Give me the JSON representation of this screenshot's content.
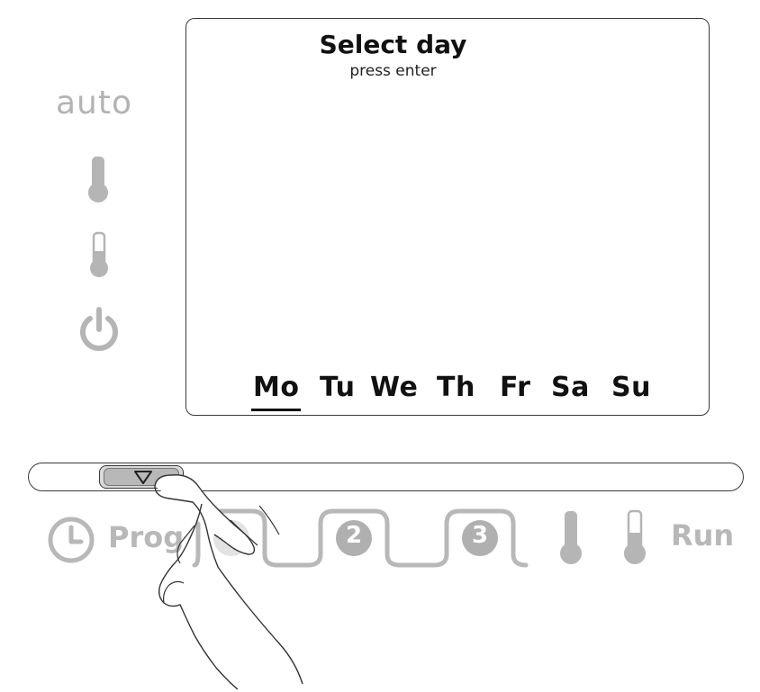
{
  "modes": {
    "auto_label": "auto",
    "items": [
      {
        "name": "comfort-temperature-icon"
      },
      {
        "name": "eco-temperature-icon"
      },
      {
        "name": "power-icon"
      }
    ]
  },
  "screen": {
    "title": "Select day",
    "subtitle": "press enter",
    "days": [
      "Mo",
      "Tu",
      "We",
      "Th",
      "Fr",
      "Sa",
      "Su"
    ],
    "selected_day": "Mo"
  },
  "slider": {
    "knob_icon": "down-triangle-icon"
  },
  "bottom_bar": {
    "prog_label": "Prog",
    "periods": [
      "1",
      "2",
      "3"
    ],
    "run_label": "Run"
  },
  "colors": {
    "inactive_gray": "#b8b8b8",
    "ink": "#111111"
  }
}
